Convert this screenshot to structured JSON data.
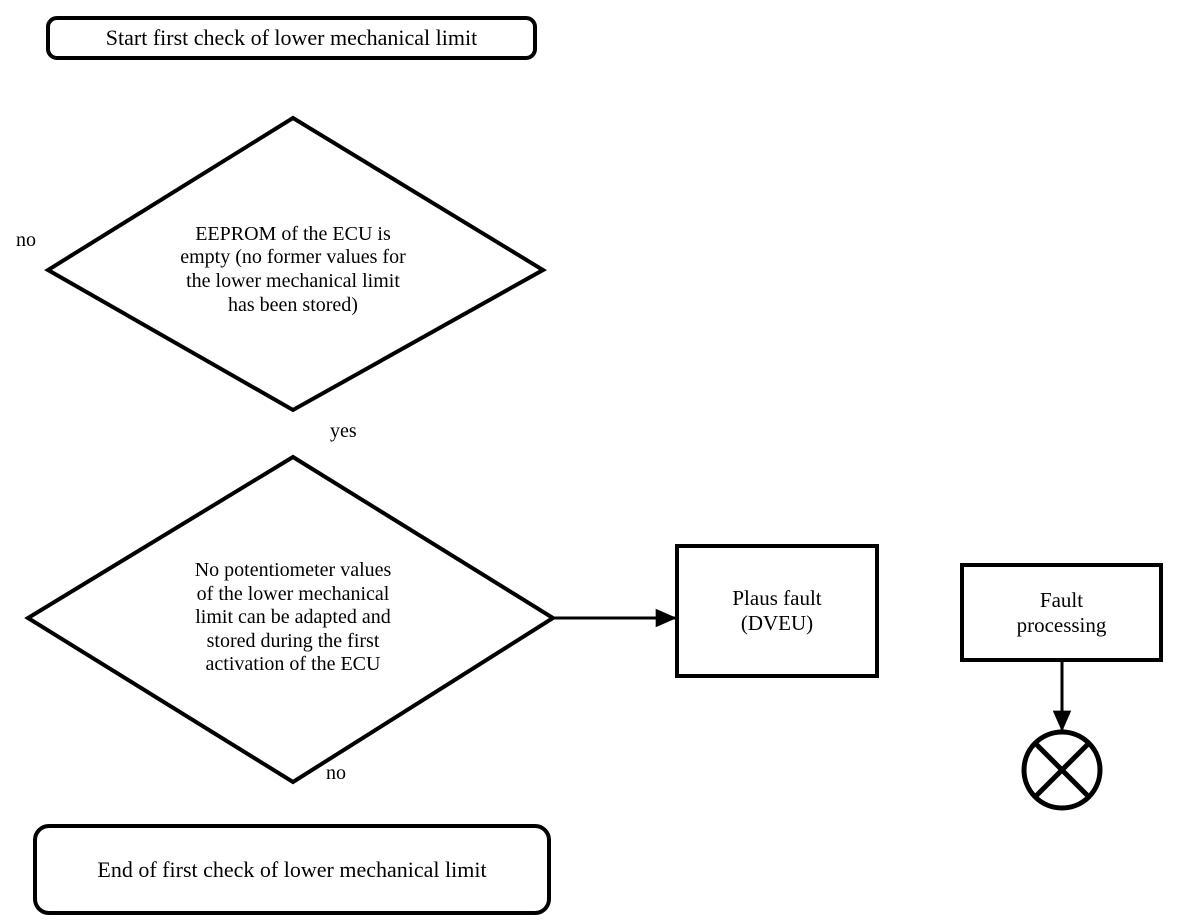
{
  "diagram": {
    "title": "First check of lower mechanical limit",
    "type": "flowchart",
    "background_color": "#ffffff",
    "stroke_color": "#000000",
    "nodes": {
      "terminal_start": {
        "shape": "rounded-rectangle",
        "label": "Start first check of lower mechanical limit"
      },
      "decision_eeprom": {
        "shape": "diamond",
        "label": "EEPROM of the ECU is\nempty (no former values for\nthe lower mechanical limit\nhas been stored)"
      },
      "decision_adapt": {
        "shape": "diamond",
        "label": "No potentiometer values\nof the lower mechanical\nlimit can be adapted and\nstored during the first\nactivation of the ECU"
      },
      "process_plaus_fault": {
        "shape": "rectangle",
        "label": "Plaus fault\n(DVEU)"
      },
      "process_fault_processing": {
        "shape": "rectangle",
        "label": "Fault\nprocessing"
      },
      "connector_crossed_circle": {
        "shape": "circle-with-x",
        "label": ""
      },
      "terminal_end": {
        "shape": "rounded-rectangle",
        "label": "End of first check of lower mechanical limit"
      }
    },
    "edge_labels": {
      "eeprom_no": "no",
      "eeprom_yes": "yes",
      "adapt_no": "no"
    }
  }
}
